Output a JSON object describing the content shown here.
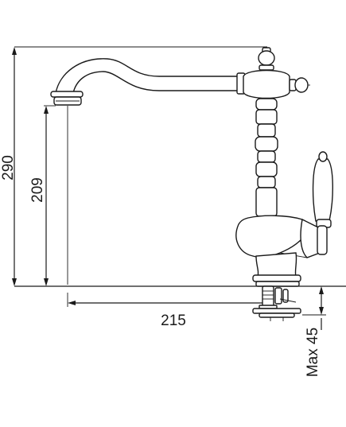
{
  "diagram": {
    "dimensions": {
      "total_height": "290",
      "spout_height": "209",
      "spout_reach": "215",
      "max_counter_thickness": "Max 45"
    }
  }
}
